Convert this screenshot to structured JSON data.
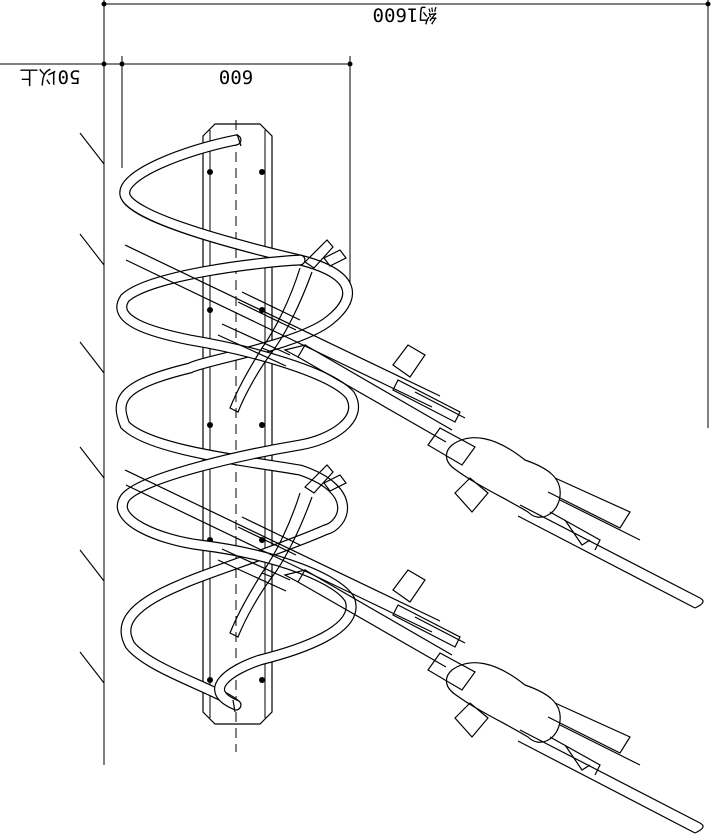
{
  "dimensions": {
    "overall": "約1600",
    "spacing": "600",
    "wall_offset": "50以上"
  },
  "colors": {
    "line": "#000000",
    "background": "#ffffff"
  }
}
